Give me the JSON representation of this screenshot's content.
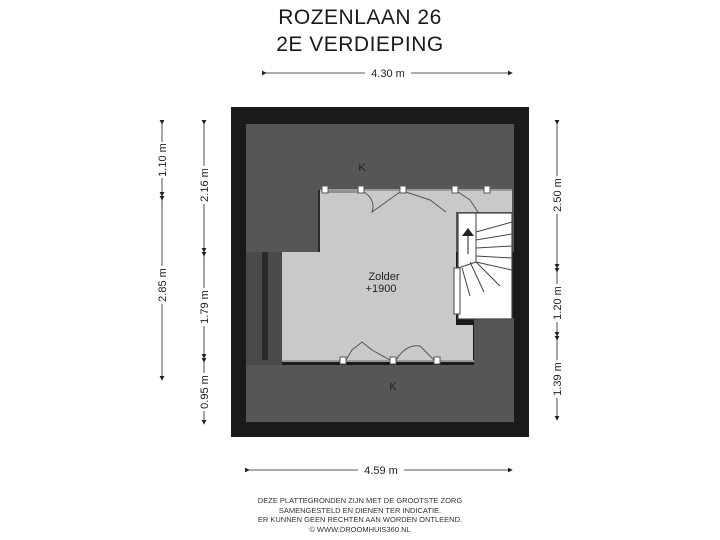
{
  "header": {
    "title_line1": "ROZENLAAN 26",
    "title_line2": "2E VERDIEPING"
  },
  "dimensions": {
    "top_width": "4.30 m",
    "bottom_width": "4.59 m",
    "left_outer": "2.85 m",
    "left_top": "1.10 m",
    "left_inner_top": "2.16 m",
    "left_inner_middle": "1.79 m",
    "left_inner_bottom": "0.95 m",
    "right_top": "2.50 m",
    "right_middle": "1.20 m",
    "right_bottom": "1.39 m"
  },
  "rooms": {
    "knieschot_top": "K",
    "zolder_name": "Zolder",
    "zolder_level": "+1900",
    "knieschot_bottom": "K"
  },
  "disclaimer": {
    "line1": "DEZE PLATTEGRONDEN ZIJN MET DE GROOTSTE ZORG",
    "line2": "SAMENGESTELD EN DIENEN TER INDICATIE.",
    "line3": "ER KUNNEN GEEN RECHTEN AAN WORDEN ONTLEEND.",
    "line4": "© WWW.DROOMHUIS360.NL"
  },
  "colors": {
    "wall": "#1a1a1a",
    "knieschot": "#555555",
    "attic_floor": "#c8c8c8",
    "stair": "#ffffff"
  }
}
